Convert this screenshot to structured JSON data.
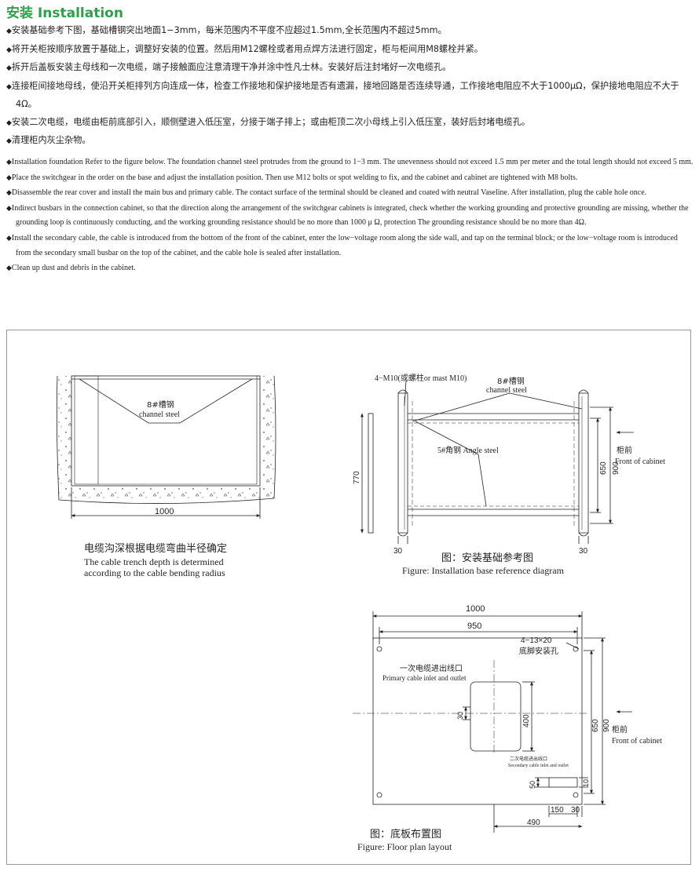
{
  "heading": "安装 Installation",
  "bullet": "◆",
  "cn_items": [
    "安装基础参考下图，基础槽钢突出地面1−3mm，每米范围内不平度不应超过1.5mm,全长范围内不超过5mm。",
    "将开关柜按顺序放置于基础上，调整好安装的位置。然后用M12螺栓或者用点焊方法进行固定，柜与柜间用M8螺栓并紧。",
    "拆开后盖板安装主母线和一次电缆，端子接触面应注意清理干净并涂中性凡士林。安装好后注封堵好一次电缆孔。",
    "连接柜间接地母线，使沿开关柜排列方向连成一体，检查工作接地和保护接地是否有遗漏，接地回路是否连续导通，工作接地电阻应不大于1000μΩ，保护接地电阻应不大于4Ω。",
    "安装二次电缆，电缆由柜前底部引入，顺侧壁进入低压室，分接于端子排上；或由柜顶二次小母线上引入低压室，装好后封堵电缆孔。",
    "清理柜内灰尘杂物。"
  ],
  "en_items": [
    "Installation foundation Refer to the figure below. The foundation channel steel protrudes from the ground to 1−3 mm. The unevenness should not exceed 1.5 mm per meter and the total length should not exceed 5 mm.",
    "Place the switchgear in the order on the base and adjust the installation position. Then use M12 bolts or spot welding to fix, and the cabinet and cabinet are tightened with M8 bolts.",
    "Disassemble the rear cover and install the main bus and primary cable. The contact surface of the terminal should be cleaned and coated with neutral Vaseline. After installation, plug the cable hole once.",
    "Indirect busbars in the connection cabinet, so that the direction along the arrangement of the switchgear cabinets is integrated, check whether the working grounding and protective grounding are missing, whether the grounding loop is continuously conducting, and the working grounding resistance should be no more than 1000 μ Ω, protection The grounding resistance should be no more than 4Ω.",
    "Install the secondary cable, the cable is introduced from the bottom of the front of the cabinet, enter the low−voltage room along the side wall, and tap on the terminal block; or the low−voltage room is introduced from the secondary small busbar on the top of the cabinet, and the cable hole is sealed after installation.",
    "Clean up dust and debris in the cabinet."
  ],
  "trench": {
    "label_cn": "8#槽钢",
    "label_en": "channel steel",
    "dim_width": "1000",
    "caption_cn": "电缆沟深根据电缆弯曲半径确定",
    "caption_en_1": "The cable trench depth is determined",
    "caption_en_2": "according to the cable bending radius"
  },
  "base": {
    "bolt_label": "4−M10(或螺柱or mast M10)",
    "channel_cn": "8#槽钢",
    "channel_en": "channel steel",
    "angle_label": "5#角钢 Angle steel",
    "dim_770": "770",
    "dim_650": "650",
    "dim_900": "900",
    "dim_left_30": "30",
    "dim_right_30": "30",
    "front_cn": "柜前",
    "front_en": "Front of cabinet",
    "caption_cn": "图：安装基础参考图",
    "caption_en": "Figure: Installation base reference diagram"
  },
  "floor": {
    "dim_1000": "1000",
    "dim_950": "950",
    "hole_spec": "4−13×20",
    "hole_cn": "底脚安装孔",
    "primary_cn": "一次电缆进出线口",
    "primary_en": "Primary cable inlet and outlet",
    "dim_30": "30",
    "dim_400": "400",
    "dim_650": "650",
    "dim_900": "900",
    "secondary_cn": "二次电缆进出线口",
    "secondary_en": "Secondary cable inlet and outlet",
    "dim_50": "50",
    "dim_10": "10",
    "dim_150": "150",
    "dim_30b": "30",
    "dim_490": "490",
    "front_cn": "柜前",
    "front_en": "Front of cabinet",
    "caption_cn": "图：底板布置图",
    "caption_en": "Figure: Floor plan layout"
  }
}
